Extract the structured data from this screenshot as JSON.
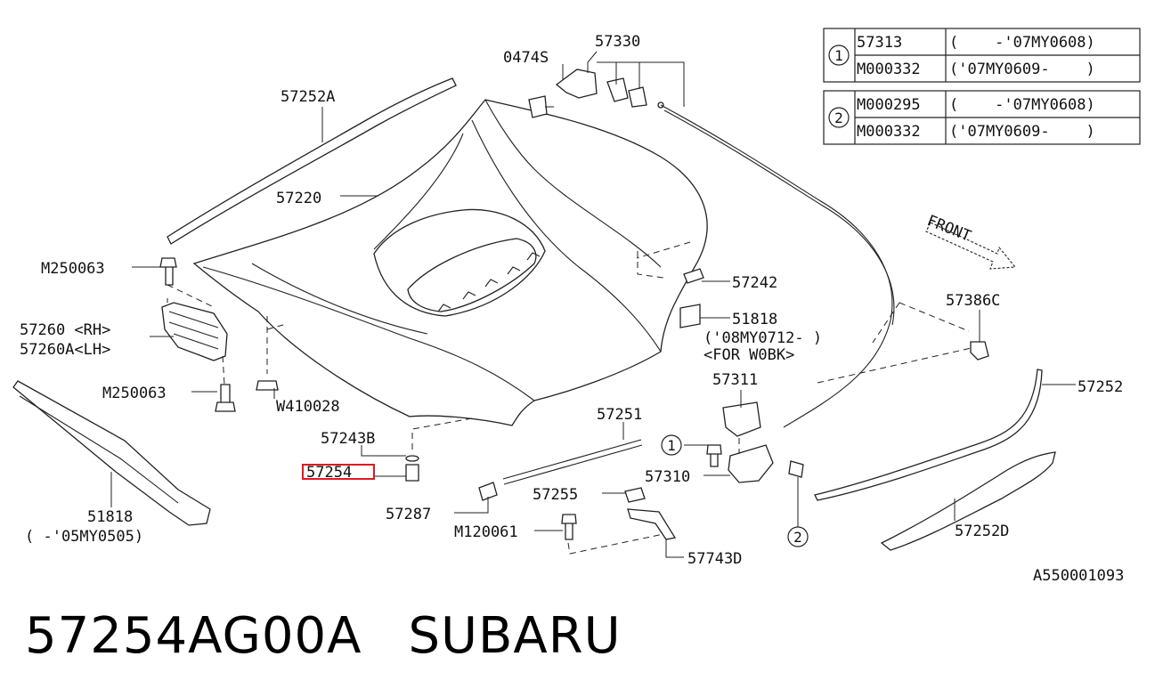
{
  "labels": {
    "p57330": "57330",
    "p0474s": "0474S",
    "p57252a": "57252A",
    "p57220": "57220",
    "pm250063a": "M250063",
    "p57260": "57260 <RH>",
    "p57260a": "57260A<LH>",
    "pm250063b": "M250063",
    "pw410028": "W410028",
    "p51818a": "51818",
    "p51818a_note": "(  -'05MY0505)",
    "p57243b": "57243B",
    "p57254": "57254",
    "p57287": "57287",
    "p57251": "57251",
    "p57255": "57255",
    "pm120061": "M120061",
    "p57743d": "57743D",
    "p57310": "57310",
    "p57311": "57311",
    "p57242": "57242",
    "p51818b": "51818",
    "p51818b_note1": "('08MY0712- )",
    "p51818b_note2": "<FOR W0BK>",
    "p57386c": "57386C",
    "p57252": "57252",
    "p57252d": "57252D",
    "front": "FRONT",
    "ref": "A550001093",
    "circle1": "1",
    "circle2": "2"
  },
  "table1": {
    "key": "1",
    "rows": [
      {
        "part": "57313",
        "range": "(    -'07MY0608)"
      },
      {
        "part": "M000332",
        "range": "('07MY0609-    )"
      }
    ]
  },
  "table2": {
    "key": "2",
    "rows": [
      {
        "part": "M000295",
        "range": "(    -'07MY0608)"
      },
      {
        "part": "M000332",
        "range": "('07MY0609-    )"
      }
    ]
  },
  "footer": {
    "part_number": "57254AG00A",
    "brand": "SUBARU"
  },
  "highlight_color": "#e0191f"
}
